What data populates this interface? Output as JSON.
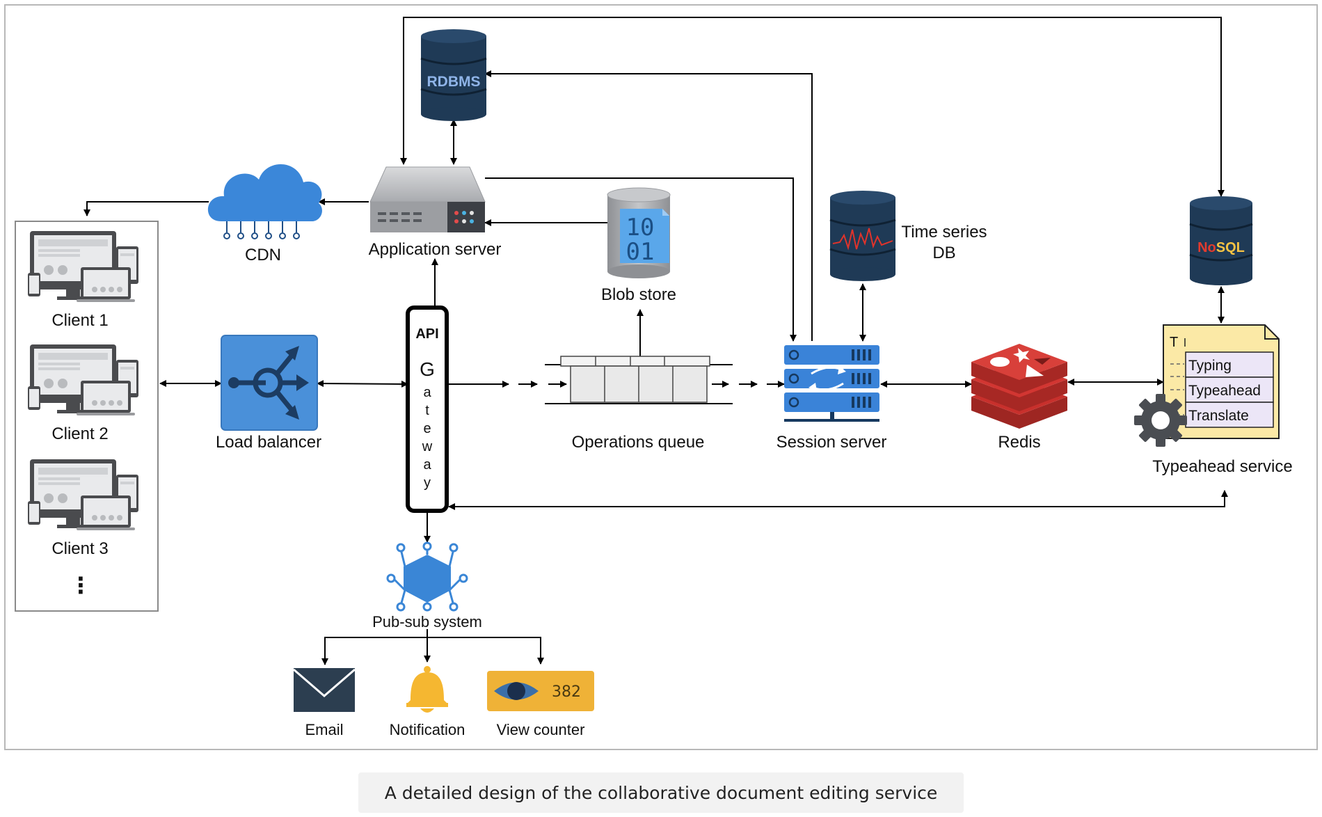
{
  "caption": "A detailed design of the collaborative document editing service",
  "colors": {
    "db_navy": "#1f3a56",
    "db_navy_dark": "#152a40",
    "rdbms_text": "#8fb4e8",
    "nosql_text": "#e23b2e",
    "cloud_blue": "#3b87d9",
    "lb_blue": "#4a90d9",
    "session_blue": "#3a83d8",
    "redis_red": "#c8302c",
    "hex_blue": "#3a86d6",
    "bell_yellow": "#f5b731",
    "counter_orange": "#efb237",
    "email_navy": "#2c3e50",
    "note_yellow": "#fbe9a6",
    "note_lavender": "#ece6f7"
  },
  "nodes": {
    "rdbms": {
      "label": "RDBMS",
      "icon": "database-icon"
    },
    "nosql": {
      "label_part1": "No",
      "label_part2": "SQL",
      "icon": "database-icon"
    },
    "timeseries": {
      "label_line1": "Time series",
      "label_line2": "DB",
      "icon": "database-icon"
    },
    "app_server": {
      "label": "Application server",
      "icon": "server-icon"
    },
    "cdn": {
      "label": "CDN",
      "icon": "cloud-icon"
    },
    "blob": {
      "label": "Blob store",
      "icon_line1": "10",
      "icon_line2": "01",
      "icon": "binary-storage-icon"
    },
    "clients": [
      {
        "label": "Client 1"
      },
      {
        "label": "Client 2"
      },
      {
        "label": "Client 3"
      }
    ],
    "clients_more": "⋮",
    "load_balancer": {
      "label": "Load balancer",
      "icon": "load-balancer-icon"
    },
    "gateway": {
      "title": "API",
      "letters": [
        "G",
        "a",
        "t",
        "e",
        "w",
        "a",
        "y"
      ]
    },
    "ops_queue": {
      "label": "Operations queue",
      "icon": "queue-icon"
    },
    "session_server": {
      "label": "Session server",
      "icon": "server-rack-icon"
    },
    "redis": {
      "label": "Redis",
      "icon": "redis-icon"
    },
    "typeahead": {
      "label": "Typeahead service",
      "doc_letter": "T",
      "items": [
        "Typing",
        "Typeahead",
        "Translate"
      ],
      "icon": "gear-icon"
    },
    "pubsub": {
      "label": "Pub-sub system",
      "icon": "hexagon-network-icon"
    },
    "email": {
      "label": "Email",
      "icon": "envelope-icon"
    },
    "notification": {
      "label": "Notification",
      "icon": "bell-icon"
    },
    "view_counter": {
      "label": "View counter",
      "count": "382",
      "icon": "eye-icon"
    }
  }
}
